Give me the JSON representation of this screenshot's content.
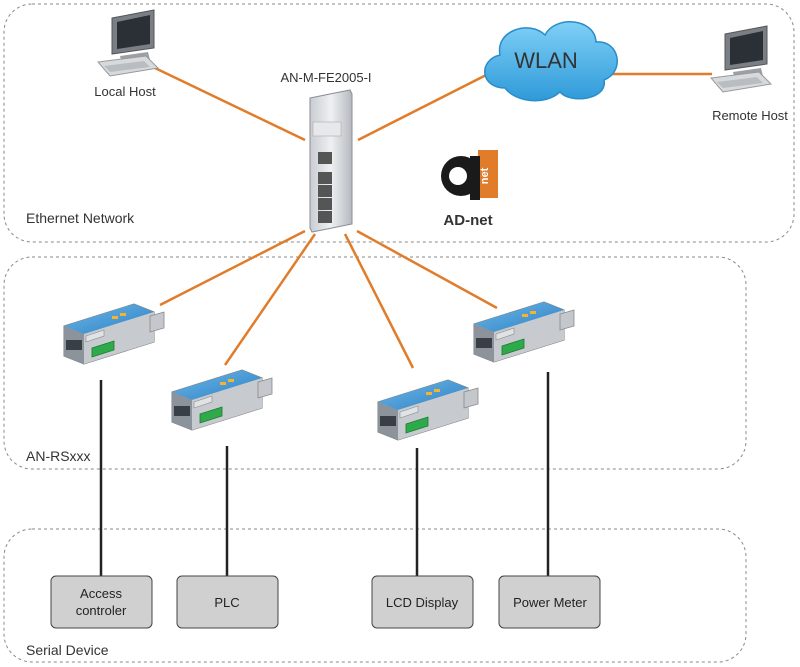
{
  "zones": {
    "ethernet": "Ethernet Network",
    "rs": "AN-RSxxx",
    "serial": "Serial Device"
  },
  "switch": {
    "label": "AN-M-FE2005-I"
  },
  "hosts": {
    "local": "Local Host",
    "remote": "Remote Host"
  },
  "cloud": {
    "label": "WLAN"
  },
  "logo": {
    "text": "AD-net",
    "glyph": "a",
    "tag": "net"
  },
  "devices": [
    {
      "label1": "Access",
      "label2": "controler"
    },
    {
      "label1": "PLC",
      "label2": ""
    },
    {
      "label1": "LCD Display",
      "label2": ""
    },
    {
      "label1": "Power Meter",
      "label2": ""
    }
  ],
  "colors": {
    "link": "#e07c2a",
    "serial_line": "#222222",
    "device_box": "#d0d0d0",
    "cloud": "#52b3ea"
  },
  "icons": [
    "computer-icon",
    "switch-icon",
    "cloud-icon",
    "serial-server-icon",
    "logo"
  ]
}
